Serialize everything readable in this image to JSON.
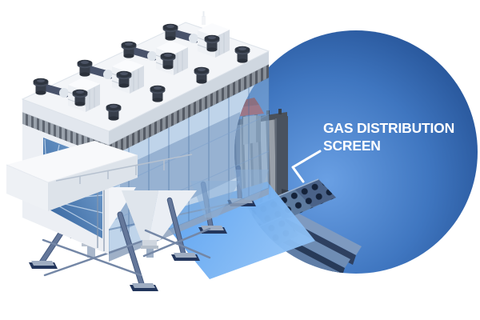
{
  "figure": {
    "subject": "electrostatic-precipitator-3d-illustration-with-detail-circle",
    "callout": {
      "line1": "GAS DISTRIBUTION",
      "line2": "SCREEN"
    },
    "colors": {
      "detail_circle_inner": "#6aa0e4",
      "detail_circle_mid": "#3f76c0",
      "detail_circle_outer": "#1a4384",
      "ground_plane_from": "#4f9bf0",
      "ground_plane_to": "#8ec1f6",
      "red_cap": "#b13227",
      "red_cap_shade": "#8c1f16",
      "screen_plate": "#5d7a9e",
      "screen_hole": "#14223a",
      "machine_panel_blue": "#8bb0d8",
      "steel_dark": "#3b434f",
      "white_surface": "#f3f5f8",
      "label_text": "#ffffff"
    }
  }
}
